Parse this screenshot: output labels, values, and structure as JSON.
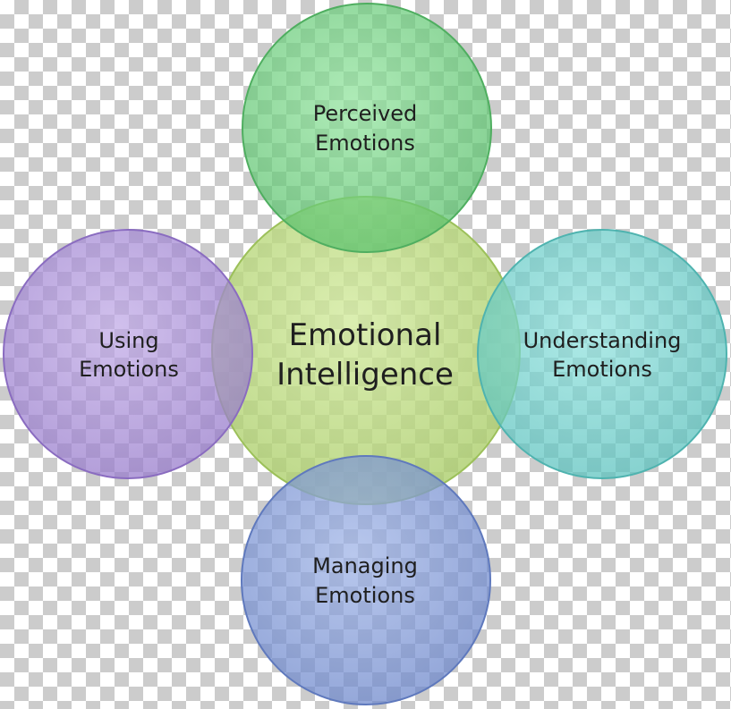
{
  "center": {
    "line1": "Emotional",
    "line2": "Intelligence",
    "color": "#b7d97a"
  },
  "nodes": {
    "top": {
      "line1": "Perceived",
      "line2": "Emotions",
      "color": "#6fcf7e"
    },
    "left": {
      "line1": "Using",
      "line2": "Emotions",
      "color": "#a88fd6"
    },
    "right": {
      "line1": "Understanding",
      "line2": "Emotions",
      "color": "#6fd0cc"
    },
    "bottom": {
      "line1": "Managing",
      "line2": "Emotions",
      "color": "#7f99d6"
    }
  }
}
